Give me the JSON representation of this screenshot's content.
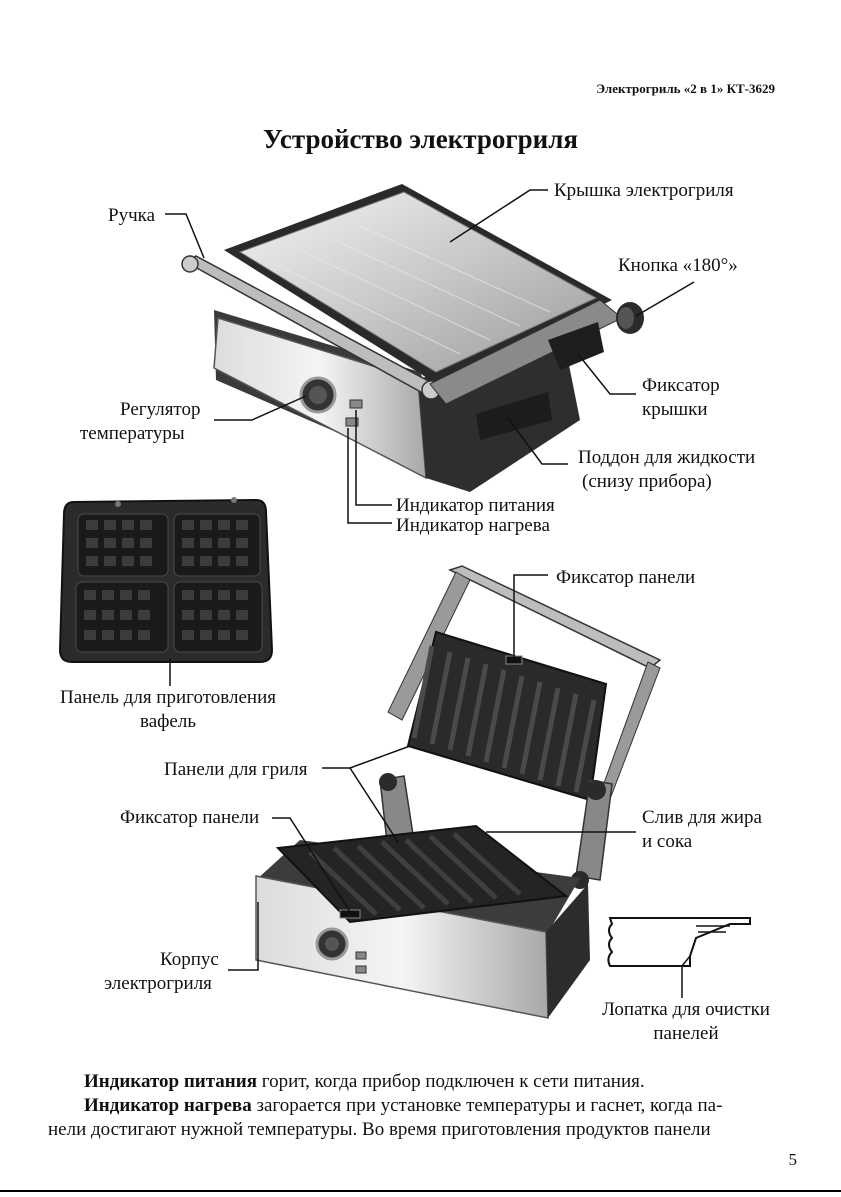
{
  "header": "Электрогриль «2 в 1» КТ-3629",
  "title": "Устройство электрогриля",
  "labels": {
    "handle": "Ручка",
    "lid": "Крышка электрогриля",
    "button180": "Кнопка «180°»",
    "lid_lock_1": "Фиксатор",
    "lid_lock_2": "крышки",
    "regulator_1": "Регулятор",
    "regulator_2": "температуры",
    "tray_1": "Поддон для жидкости",
    "tray_2": "(снизу прибора)",
    "power_indicator": "Индикатор питания",
    "heat_indicator": "Индикатор нагрева",
    "panel_lock_top": "Фиксатор панели",
    "waffle_1": "Панель для приготовления",
    "waffle_2": "вафель",
    "grill_panels": "Панели для гриля",
    "panel_lock_bottom": "Фиксатор панели",
    "drain_1": "Слив для жира",
    "drain_2": "и сока",
    "body_1": "Корпус",
    "body_2": "электрогриля",
    "scraper_1": "Лопатка для очистки",
    "scraper_2": "панелей"
  },
  "text": {
    "p1_bold": "Индикатор питания",
    "p1_rest": " горит, когда прибор подключен к сети питания.",
    "p2_bold": "Индикатор нагрева",
    "p2_rest": " загорается при установке температуры и гаснет, когда па-",
    "p3": "нели достигают нужной температуры. Во время приготовления продуктов панели"
  },
  "page_number": "5"
}
